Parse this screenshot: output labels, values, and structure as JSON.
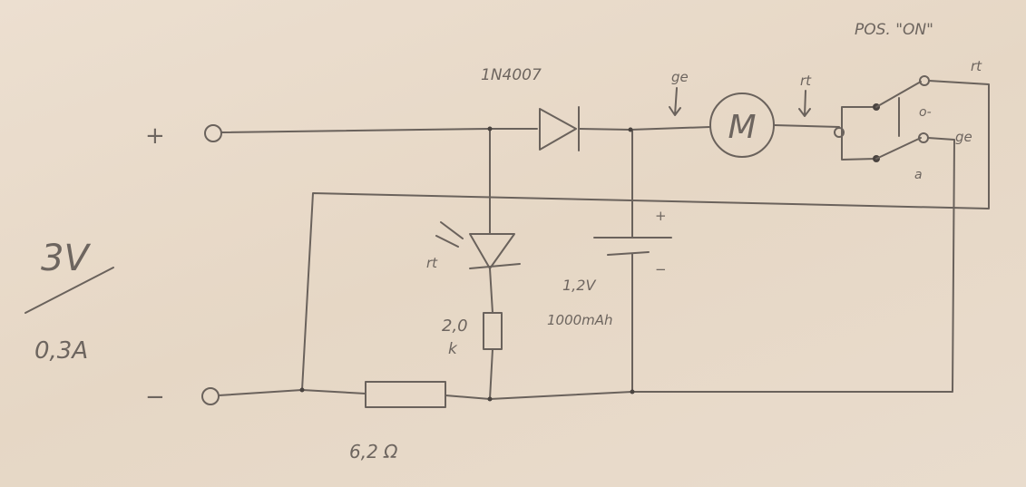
{
  "supply": {
    "plus": "+",
    "minus": "−",
    "voltage": "3V",
    "current": "0,3A"
  },
  "diode": {
    "label": "1N4007"
  },
  "wire_colors": {
    "before_motor": "ge",
    "after_motor": "rt"
  },
  "motor": {
    "label": "M"
  },
  "switch": {
    "title": "POS. \"ON\"",
    "top_wire": "rt",
    "upper_pos": "o-",
    "lower_wire": "ge",
    "lower_pos": "a"
  },
  "led": {
    "color": "rt"
  },
  "led_resistor": {
    "value": "2,0",
    "unit": "k"
  },
  "battery": {
    "voltage": "1,2V",
    "capacity": "1000mAh",
    "plus": "+",
    "minus": "−"
  },
  "series_resistor": {
    "value": "6,2 Ω"
  }
}
